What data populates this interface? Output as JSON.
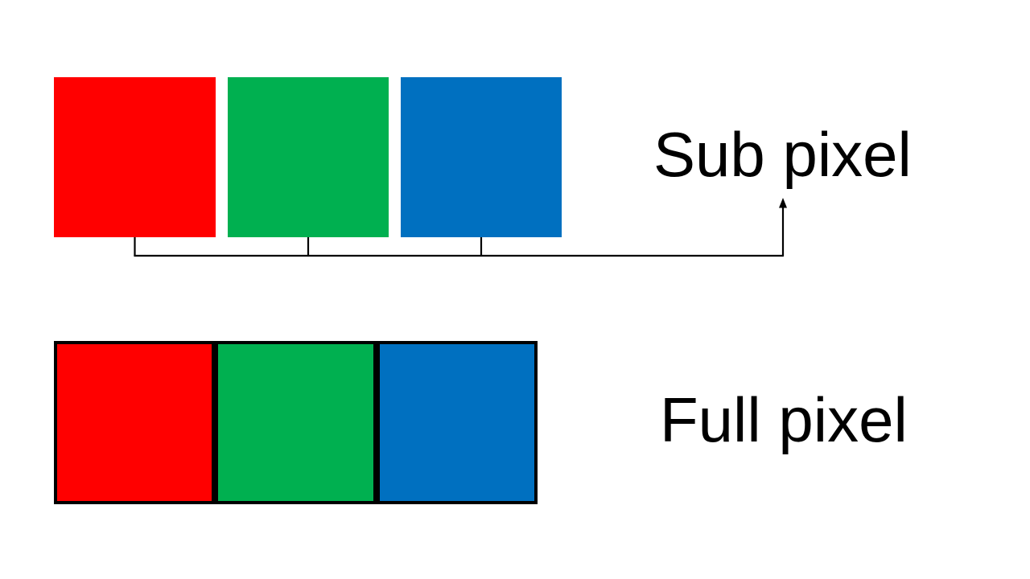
{
  "canvas": {
    "background": "#FFFFFF"
  },
  "line_color": "#000000",
  "sub_pixel_section": {
    "label": "Sub pixel",
    "squares": [
      {
        "name": "red sub-pixel",
        "color": "#FF0000"
      },
      {
        "name": "green sub-pixel",
        "color": "#00B050"
      },
      {
        "name": "blue sub-pixel",
        "color": "#0070C0"
      }
    ]
  },
  "full_pixel_section": {
    "label": "Full pixel",
    "cells": [
      {
        "name": "red sub-pixel cell",
        "color": "#FF0000"
      },
      {
        "name": "green sub-pixel cell",
        "color": "#00B050"
      },
      {
        "name": "blue sub-pixel cell",
        "color": "#0070C0"
      }
    ]
  }
}
